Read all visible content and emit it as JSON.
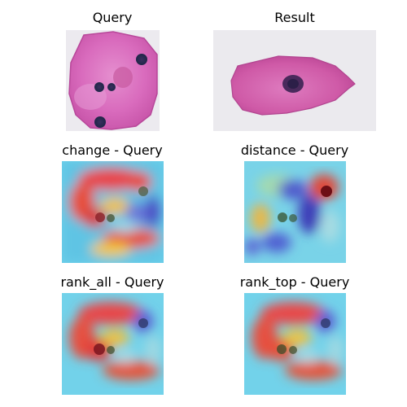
{
  "panels": [
    {
      "title": "Query",
      "image": "cell-image"
    },
    {
      "title": "Result",
      "image": "cell-image"
    },
    {
      "title": "change - Query",
      "image": "heatmap-overlay"
    },
    {
      "title": "distance - Query",
      "image": "heatmap-overlay"
    },
    {
      "title": "rank_all - Query",
      "image": "heatmap-overlay"
    },
    {
      "title": "rank_top - Query",
      "image": "heatmap-overlay"
    }
  ]
}
